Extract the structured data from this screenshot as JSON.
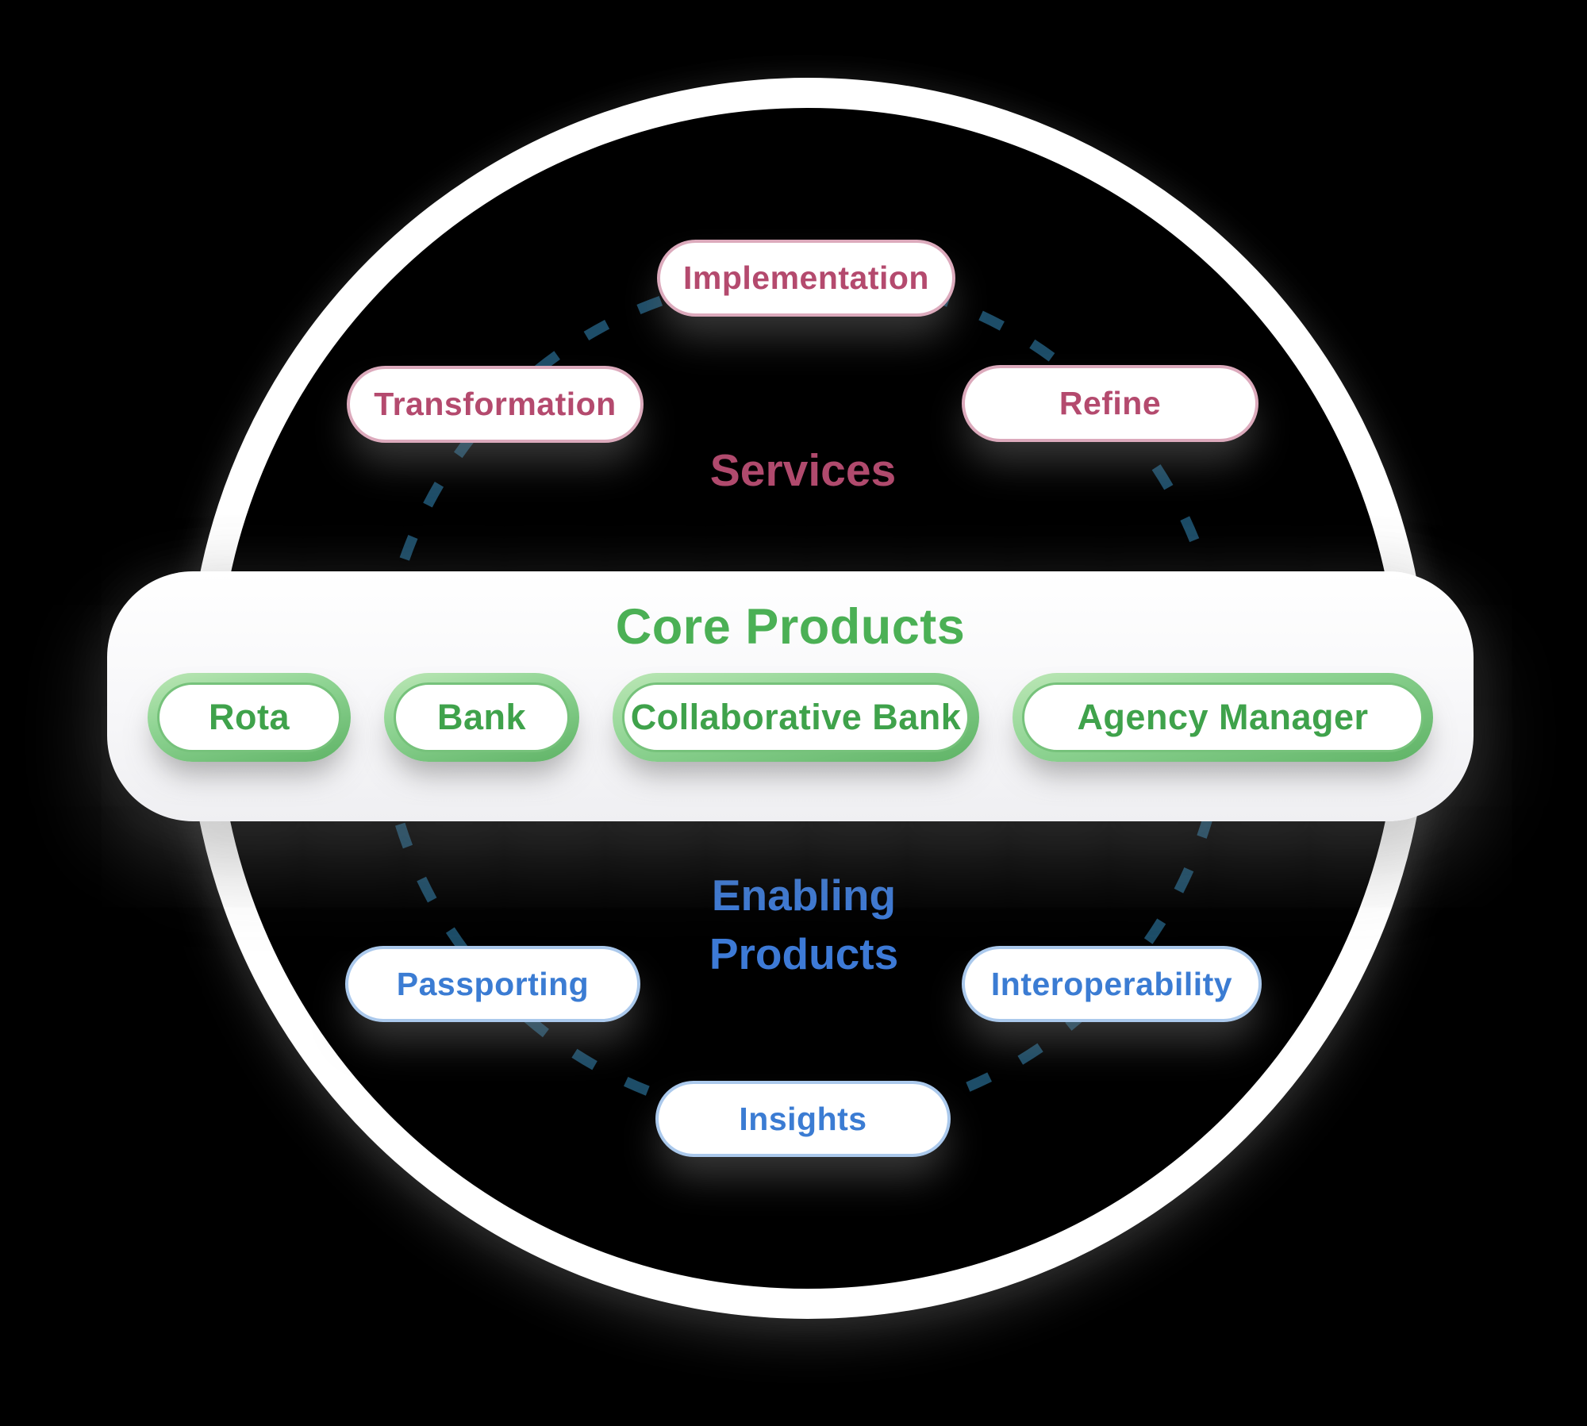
{
  "services": {
    "label": "Services",
    "items": [
      "Implementation",
      "Transformation",
      "Refine"
    ],
    "text_color": "#b44a6e",
    "border_color": "#dcaabc"
  },
  "core_products": {
    "title": "Core Products",
    "items": [
      "Rota",
      "Bank",
      "Collaborative Bank",
      "Agency Manager"
    ],
    "title_color": "#4bb055",
    "text_color": "#3fa24b",
    "ring_gradient": [
      "#bce7b6",
      "#5fb366"
    ]
  },
  "enabling_products": {
    "label": "Enabling Products",
    "items": [
      "Passporting",
      "Interoperability",
      "Insights"
    ],
    "text_color": "#3b7cd3",
    "border_color": "#abc9ec"
  },
  "orbit": {
    "dash_color": "#1d4d68"
  },
  "canvas": {
    "background": "#000000",
    "ring_color": "#ffffff"
  }
}
